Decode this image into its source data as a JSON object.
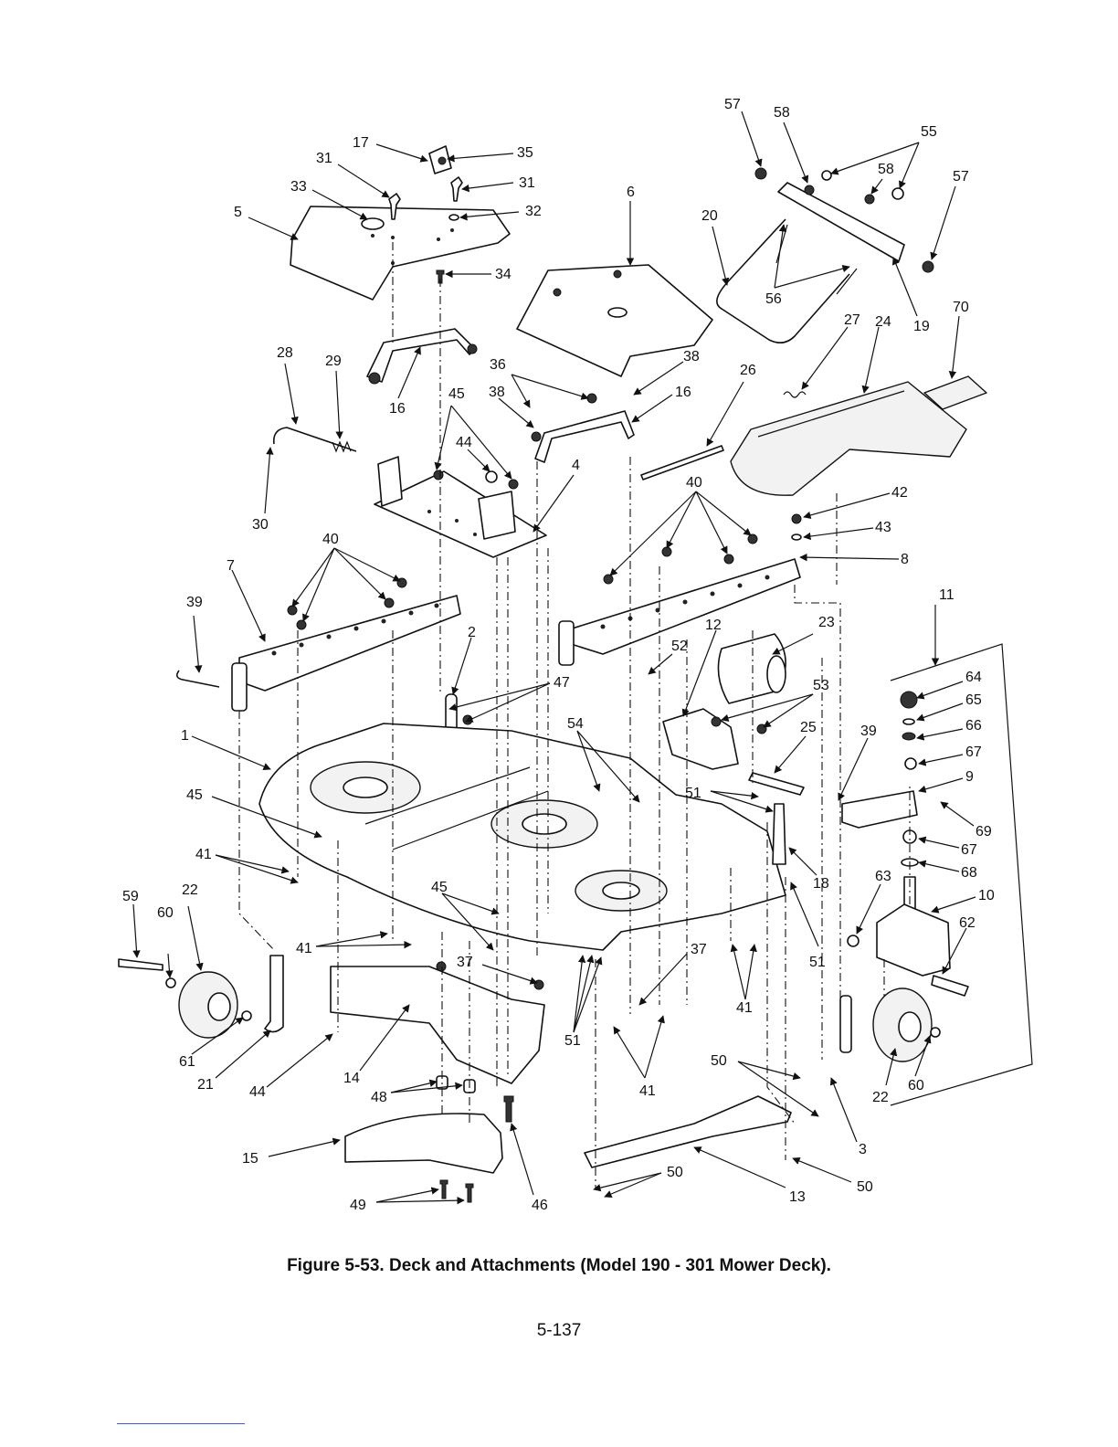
{
  "caption": "Figure 5-53.  Deck and Attachments (Model 190 - 301 Mower Deck).",
  "page_number": "5-137",
  "callouts": [
    {
      "id": "c57a",
      "text": "57"
    },
    {
      "id": "c58a",
      "text": "58"
    },
    {
      "id": "c55",
      "text": "55"
    },
    {
      "id": "c58b",
      "text": "58"
    },
    {
      "id": "c57b",
      "text": "57"
    },
    {
      "id": "c17",
      "text": "17"
    },
    {
      "id": "c35",
      "text": "35"
    },
    {
      "id": "c31a",
      "text": "31"
    },
    {
      "id": "c31b",
      "text": "31"
    },
    {
      "id": "c33",
      "text": "33"
    },
    {
      "id": "c32",
      "text": "32"
    },
    {
      "id": "c5",
      "text": "5"
    },
    {
      "id": "c34",
      "text": "34"
    },
    {
      "id": "c6",
      "text": "6"
    },
    {
      "id": "c20",
      "text": "20"
    },
    {
      "id": "c56",
      "text": "56"
    },
    {
      "id": "c19",
      "text": "19"
    },
    {
      "id": "c70",
      "text": "70"
    },
    {
      "id": "c27",
      "text": "27"
    },
    {
      "id": "c24",
      "text": "24"
    },
    {
      "id": "c28",
      "text": "28"
    },
    {
      "id": "c29",
      "text": "29"
    },
    {
      "id": "c16a",
      "text": "16"
    },
    {
      "id": "c36",
      "text": "36"
    },
    {
      "id": "c38a",
      "text": "38"
    },
    {
      "id": "c38b",
      "text": "38"
    },
    {
      "id": "c16b",
      "text": "16"
    },
    {
      "id": "c26",
      "text": "26"
    },
    {
      "id": "c45a",
      "text": "45"
    },
    {
      "id": "c44a",
      "text": "44"
    },
    {
      "id": "c4",
      "text": "4"
    },
    {
      "id": "c30",
      "text": "30"
    },
    {
      "id": "c40a",
      "text": "40"
    },
    {
      "id": "c40b",
      "text": "40"
    },
    {
      "id": "c42",
      "text": "42"
    },
    {
      "id": "c43",
      "text": "43"
    },
    {
      "id": "c8",
      "text": "8"
    },
    {
      "id": "c7",
      "text": "7"
    },
    {
      "id": "c39a",
      "text": "39"
    },
    {
      "id": "c11",
      "text": "11"
    },
    {
      "id": "c2",
      "text": "2"
    },
    {
      "id": "c12",
      "text": "12"
    },
    {
      "id": "c23",
      "text": "23"
    },
    {
      "id": "c52",
      "text": "52"
    },
    {
      "id": "c47",
      "text": "47"
    },
    {
      "id": "c64",
      "text": "64"
    },
    {
      "id": "c65",
      "text": "65"
    },
    {
      "id": "c53",
      "text": "53"
    },
    {
      "id": "c1",
      "text": "1"
    },
    {
      "id": "c54",
      "text": "54"
    },
    {
      "id": "c25",
      "text": "25"
    },
    {
      "id": "c39b",
      "text": "39"
    },
    {
      "id": "c66",
      "text": "66"
    },
    {
      "id": "c67a",
      "text": "67"
    },
    {
      "id": "c9",
      "text": "9"
    },
    {
      "id": "c45b",
      "text": "45"
    },
    {
      "id": "c51a",
      "text": "51"
    },
    {
      "id": "c69",
      "text": "69"
    },
    {
      "id": "c67b",
      "text": "67"
    },
    {
      "id": "c41a",
      "text": "41"
    },
    {
      "id": "c68",
      "text": "68"
    },
    {
      "id": "c18",
      "text": "18"
    },
    {
      "id": "c63",
      "text": "63"
    },
    {
      "id": "c10",
      "text": "10"
    },
    {
      "id": "c59",
      "text": "59"
    },
    {
      "id": "c60a",
      "text": "60"
    },
    {
      "id": "c22a",
      "text": "22"
    },
    {
      "id": "c45c",
      "text": "45"
    },
    {
      "id": "c62",
      "text": "62"
    },
    {
      "id": "c41b",
      "text": "41"
    },
    {
      "id": "c37a",
      "text": "37"
    },
    {
      "id": "c37b",
      "text": "37"
    },
    {
      "id": "c51b",
      "text": "51"
    },
    {
      "id": "c41c",
      "text": "41"
    },
    {
      "id": "c51c",
      "text": "51"
    },
    {
      "id": "c61",
      "text": "61"
    },
    {
      "id": "c21",
      "text": "21"
    },
    {
      "id": "c44b",
      "text": "44"
    },
    {
      "id": "c14",
      "text": "14"
    },
    {
      "id": "c48",
      "text": "48"
    },
    {
      "id": "c41d",
      "text": "41"
    },
    {
      "id": "c50a",
      "text": "50"
    },
    {
      "id": "c22b",
      "text": "22"
    },
    {
      "id": "c60b",
      "text": "60"
    },
    {
      "id": "c3",
      "text": "3"
    },
    {
      "id": "c15",
      "text": "15"
    },
    {
      "id": "c46",
      "text": "46"
    },
    {
      "id": "c50b",
      "text": "50"
    },
    {
      "id": "c50c",
      "text": "50"
    },
    {
      "id": "c13",
      "text": "13"
    },
    {
      "id": "c49",
      "text": "49"
    }
  ]
}
